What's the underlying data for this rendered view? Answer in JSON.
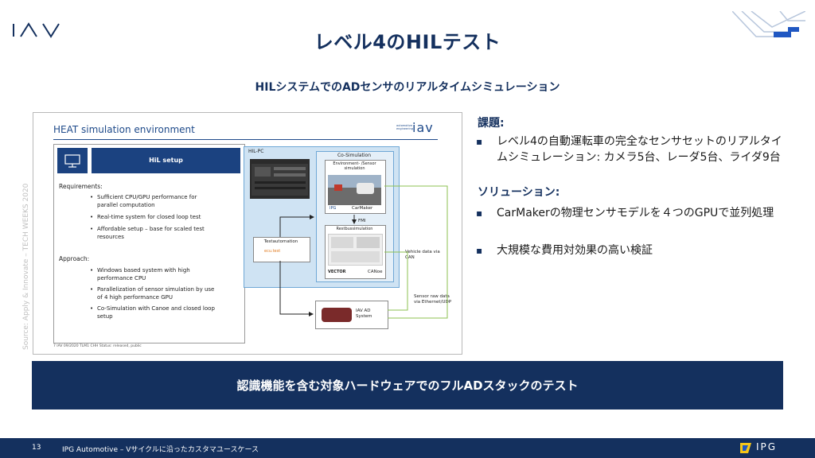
{
  "header": {
    "logo_text": "IAV",
    "title": "レベル4のHILテスト",
    "subtitle": "HILシステムでのADセンサのリアルタイムシミュレーション"
  },
  "embedded_slide": {
    "title": "HEAT simulation environment",
    "logo_tagline": "automotive engineering",
    "logo_text": "iav",
    "hil_setup_label": "HiL setup",
    "requirements_label": "Requirements:",
    "requirements": [
      "Sufficient CPU/GPU performance for parallel computation",
      "Real-time system for closed loop test",
      "Affordable setup – base for scaled test resources"
    ],
    "approach_label": "Approach:",
    "approach": [
      "Windows based system with high performance CPU",
      "Parallelization of sensor simulation by use of 4 high performance GPU",
      "Co-Simulation with Canoe and closed loop setup"
    ],
    "footer_note": "7     IAV 09/2020  TLM1  CHH  Status: released, public",
    "source_note": "Source: Apply & Innovate – TECH WEEKS 2020",
    "diagram": {
      "hil_pc": "HIL-PC",
      "co_simulation": "Co-Simulation",
      "env_sensor_sim": "Environment- /Sensor simulation",
      "carmaker": "CarMaker",
      "ipg_small": "IPG",
      "fmi": "FMI",
      "restbus": "Restbussimulation",
      "vector": "VECTOR",
      "canoe": "CANoe",
      "testautomation": "Testautomation",
      "ecu_test": "ecu.test",
      "iav_ad_system": "IAV AD System",
      "vehicle_data": "Vehicle data via CAN",
      "sensor_raw": "Sensor raw data via Ethernet/UDP"
    }
  },
  "right": {
    "task_heading": "課題:",
    "task_bullets": [
      "レベル4の自動運転車の完全なセンサセットのリアルタイムシミュレーション: カメラ5台、レーダ5台、ライダ9台"
    ],
    "solution_heading": "ソリューション:",
    "solution_bullets": [
      "CarMakerの物理センサモデルを４つのGPUで並列処理",
      "大規模な費用対効果の高い検証"
    ]
  },
  "banner": {
    "text": "認識機能を含む対象ハードウェアでのフルADスタックのテスト"
  },
  "footer": {
    "page_number": "13",
    "text": "IPG Automotive – Vサイクルに沿ったカスタマユースケース",
    "brand": "IPG"
  },
  "colors": {
    "navy": "#14305e",
    "diagram_blue": "#cfe3f3",
    "green_line": "#8cc152",
    "ipg_yellow": "#f5c518"
  }
}
